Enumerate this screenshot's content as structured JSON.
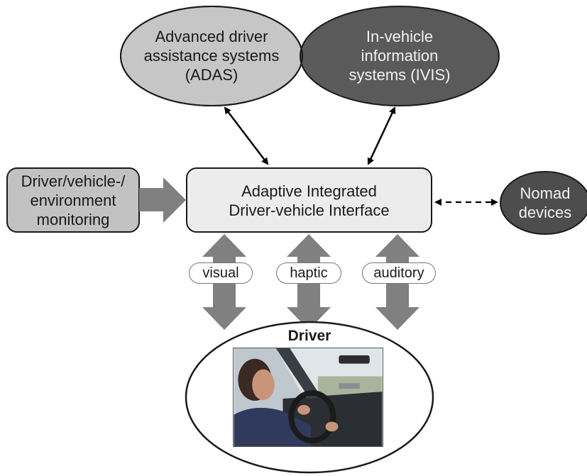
{
  "nodes": {
    "adas": {
      "lines": [
        "Advanced driver",
        "assistance systems",
        "(ADAS)"
      ]
    },
    "ivis": {
      "lines": [
        "In-vehicle",
        "information",
        "systems (IVIS)"
      ]
    },
    "monitoring": {
      "lines": [
        "Driver/vehicle-/",
        "environment",
        "monitoring"
      ]
    },
    "interface": {
      "lines": [
        "Adaptive Integrated",
        "Driver-vehicle Interface"
      ]
    },
    "nomad": {
      "lines": [
        "Nomad",
        "devices"
      ]
    },
    "driver": {
      "title": "Driver",
      "image": "driver-in-car-photo"
    }
  },
  "channels": {
    "visual": "visual",
    "haptic": "haptic",
    "auditory": "auditory"
  },
  "colors": {
    "adas_fill": "#c6c6c6",
    "ivis_fill": "#4d4d4d",
    "monitoring_fill": "#c2c2c2",
    "interface_fill": "#ececec",
    "nomad_fill": "#4d4d4d",
    "arrow_gray": "#808080",
    "outline": "#1a1a1a"
  }
}
